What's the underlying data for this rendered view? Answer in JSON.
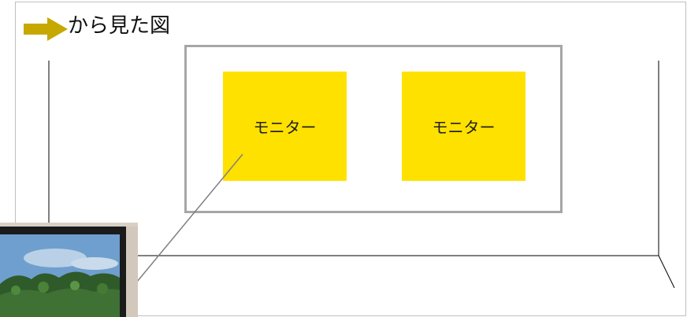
{
  "title": {
    "text": "から見た図",
    "arrow_icon": "arrow-right-icon",
    "arrow_color": "#c6a800"
  },
  "monitors": [
    {
      "label": "モニター",
      "color": "#ffe100"
    },
    {
      "label": "モニター",
      "color": "#ffe100"
    }
  ],
  "colors": {
    "mount_frame": "#a6a6a6",
    "wall_lines": "#000000",
    "leader_line": "#808080"
  },
  "photo": {
    "icon": "monitor-photo-image"
  }
}
